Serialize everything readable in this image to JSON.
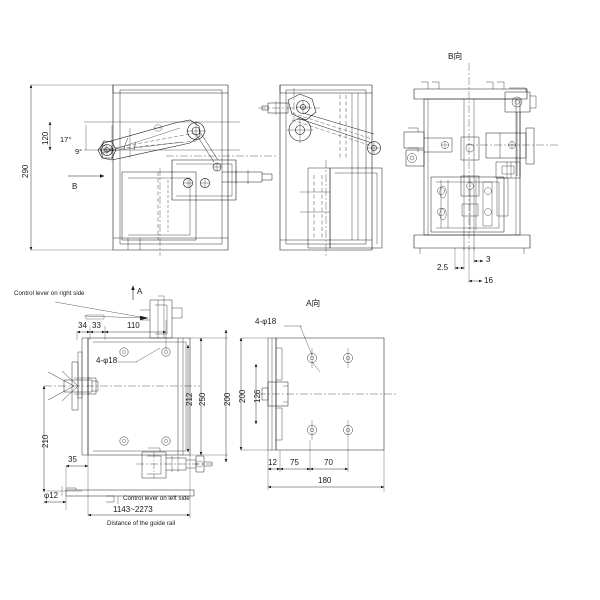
{
  "drawing": {
    "title": "Mechanical assembly technical drawing",
    "background_color": "#ffffff",
    "line_color": "#1a1a1a",
    "views": [
      {
        "id": "front-view",
        "label": ""
      },
      {
        "id": "side-view",
        "label": ""
      },
      {
        "id": "b-view",
        "label": "B向"
      },
      {
        "id": "plan-view",
        "label": ""
      },
      {
        "id": "a-view",
        "label": "A向"
      }
    ]
  },
  "front_view": {
    "overall_height": "290",
    "lever_height": "120",
    "angle_upper": "17°",
    "angle_lower": "9°",
    "section_arrow": "B"
  },
  "b_view": {
    "label": "B向",
    "dim_left": "2.5",
    "dim_top": "3",
    "dim_bottom": "16"
  },
  "plan_view": {
    "section_arrow": "A",
    "note_right": "Control lever on right side",
    "note_left": "Control lever on left side",
    "note_rail": "Distance of the guide rail",
    "dim_34": "34",
    "dim_33": "33",
    "dim_110": "110",
    "dim_212": "212",
    "dim_250": "250",
    "dim_200": "200",
    "dim_210": "210",
    "dim_35": "35",
    "dim_phi12": "φ12",
    "hole_callout": "4-φ18",
    "rail_range": "1143~2273"
  },
  "a_view": {
    "label": "A向",
    "hole_callout": "4-φ18",
    "dim_200": "200",
    "dim_126": "126",
    "dim_12": "12",
    "dim_75": "75",
    "dim_70": "70",
    "dim_180": "180"
  }
}
